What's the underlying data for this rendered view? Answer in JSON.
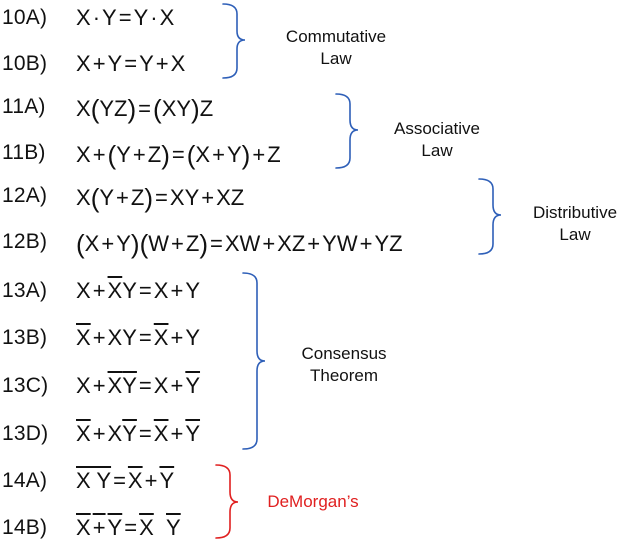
{
  "rows": [
    {
      "label": "10A)"
    },
    {
      "label": "10B)"
    },
    {
      "label": "11A)"
    },
    {
      "label": "11B)"
    },
    {
      "label": "12A)"
    },
    {
      "label": "12B)"
    },
    {
      "label": "13A)"
    },
    {
      "label": "13B)"
    },
    {
      "label": "13C)"
    },
    {
      "label": "13D)"
    },
    {
      "label": "14A)"
    },
    {
      "label": "14B)"
    }
  ],
  "laws": {
    "commutative": {
      "line1": "Commutative",
      "line2": "Law"
    },
    "associative": {
      "line1": "Associative",
      "line2": "Law"
    },
    "distributive": {
      "line1": "Distributive",
      "line2": "Law"
    },
    "consensus": {
      "line1": "Consensus",
      "line2": "Theorem"
    },
    "demorgan": {
      "line1": "DeMorgan’s"
    }
  },
  "colors": {
    "bracket_blue": "#2e5fb8",
    "bracket_red": "#e02020",
    "text": "#111111"
  }
}
